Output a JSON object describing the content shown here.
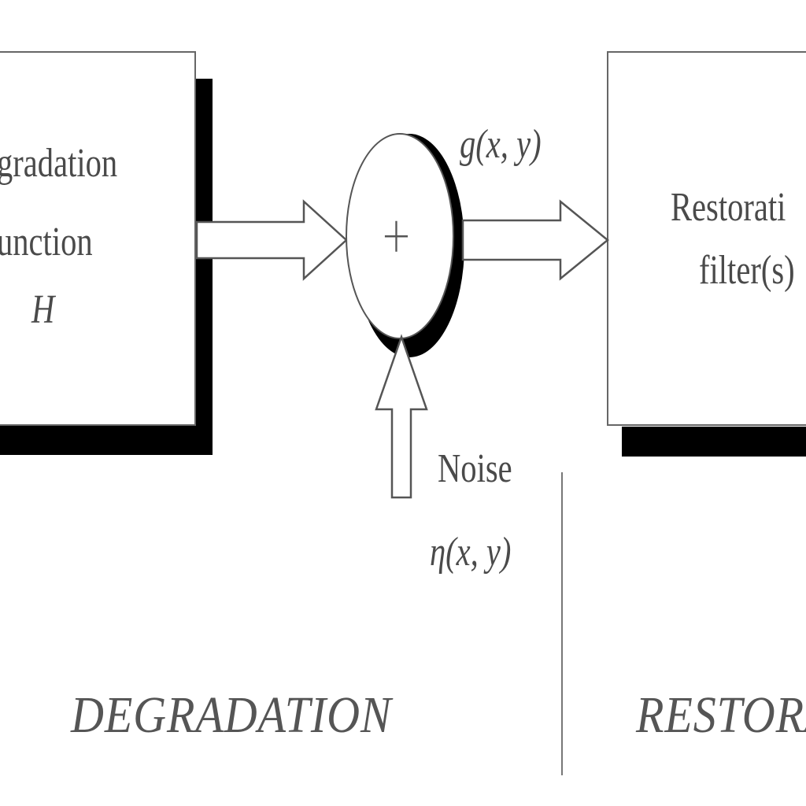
{
  "degradation_block": {
    "line1": "gradation",
    "line2": "unction",
    "symbol": "H"
  },
  "sum_symbol": "+",
  "output_signal": "g(x, y)",
  "noise": {
    "label": "Noise",
    "symbol": "η(x, y)"
  },
  "restoration_block": {
    "line1": "Restorati",
    "line2": "filter(s)"
  },
  "sections": {
    "degradation": "DEGRADATION",
    "restoration": "RESTORA"
  }
}
